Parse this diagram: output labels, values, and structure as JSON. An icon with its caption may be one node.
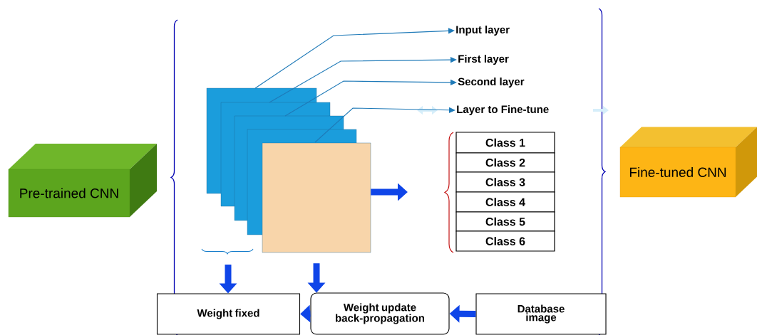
{
  "diagram": {
    "nodes": [
      {
        "text": [
          "Pre-trained CNN"
        ]
      },
      {
        "text": [
          "Fine-tuned CNN"
        ]
      },
      {
        "text": [
          "Input layer"
        ]
      },
      {
        "text": [
          "First layer"
        ]
      },
      {
        "text": [
          "Second layer"
        ]
      },
      {
        "text": [
          "Layer to Fine-tune"
        ]
      },
      {
        "text": [],
        "shape": "box"
      },
      {
        "text": [],
        "shape": "box"
      },
      {
        "text": [],
        "shape": "box"
      },
      {
        "text": [],
        "shape": "box"
      },
      {
        "text": [],
        "shape": "box"
      },
      {
        "text": [
          "Class 1"
        ]
      },
      {
        "text": [
          "Class 2"
        ]
      },
      {
        "text": [
          "Class 3"
        ]
      },
      {
        "text": [
          "Class 4"
        ]
      },
      {
        "text": [
          "Class 5"
        ]
      },
      {
        "text": [
          "Class 6"
        ]
      },
      {
        "text": [
          "Weight fixed"
        ]
      },
      {
        "text": [
          "Weight update back-propagation"
        ]
      },
      {
        "text": [
          "Database image"
        ]
      }
    ],
    "edges": [
      {
        "from": 6,
        "to": 2,
        "arrow": "to",
        "color": "#1f7ab8"
      },
      {
        "from": 7,
        "to": 3,
        "arrow": "to",
        "color": "#1f7ab8"
      },
      {
        "from": 8,
        "to": 4,
        "arrow": "to",
        "color": "#1f7ab8"
      },
      {
        "from": 10,
        "to": 5,
        "arrow": "to",
        "color": "#1f7ab8"
      },
      {
        "from": 10,
        "to": null,
        "arrow": "to"
      },
      {
        "from": 10,
        "to": 18,
        "arrow": "to"
      },
      {
        "from": null,
        "to": 17,
        "arrow": "to"
      },
      {
        "from": 18,
        "to": 17,
        "arrow": "to"
      },
      {
        "from": 19,
        "to": 18,
        "arrow": "to"
      }
    ]
  }
}
